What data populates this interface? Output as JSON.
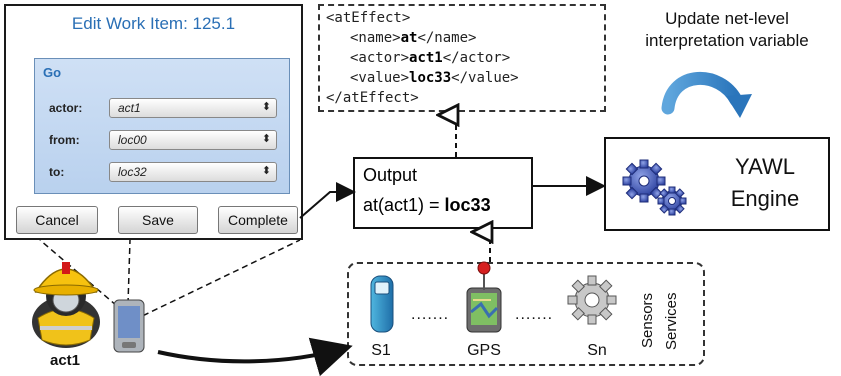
{
  "work_item_panel": {
    "title": "Edit Work Item: 125.1",
    "form_title": "Go",
    "fields": [
      {
        "label": "actor:",
        "value": "act1"
      },
      {
        "label": "from:",
        "value": "loc00"
      },
      {
        "label": "to:",
        "value": "loc32"
      }
    ],
    "buttons": {
      "cancel": "Cancel",
      "save": "Save",
      "complete": "Complete"
    }
  },
  "xml_snippet": {
    "open_tag": "<atEffect>",
    "name": {
      "open": "<name>",
      "value": "at",
      "close": "</name>"
    },
    "actor": {
      "open": "<actor>",
      "value": "act1",
      "close": "</actor>"
    },
    "value": {
      "open": "<value>",
      "value": "loc33",
      "close": "</value>"
    },
    "close_tag": "</atEffect>"
  },
  "output_box": {
    "title": "Output",
    "expression_prefix": "at(act1) = ",
    "expression_value": "loc33"
  },
  "engine": {
    "label_line1": "YAWL",
    "label_line2": "Engine"
  },
  "update_note": {
    "line1": "Update net-level",
    "line2": "interpretation variable"
  },
  "sensors_services": {
    "items": [
      {
        "label": "S1",
        "icon": "sensor-device-icon"
      },
      {
        "label": "GPS",
        "icon": "gps-map-icon"
      },
      {
        "label": "Sn",
        "icon": "gear-icon"
      }
    ],
    "ellipsis": ".......",
    "side_label_1": "Sensors",
    "side_label_2": "Services"
  },
  "actor": {
    "label": "act1",
    "icon": "firefighter-icon"
  },
  "colors": {
    "title_blue": "#2a6fb5",
    "form_bg": "#c4d8f1",
    "curved_arrow": "#3a86c8"
  }
}
